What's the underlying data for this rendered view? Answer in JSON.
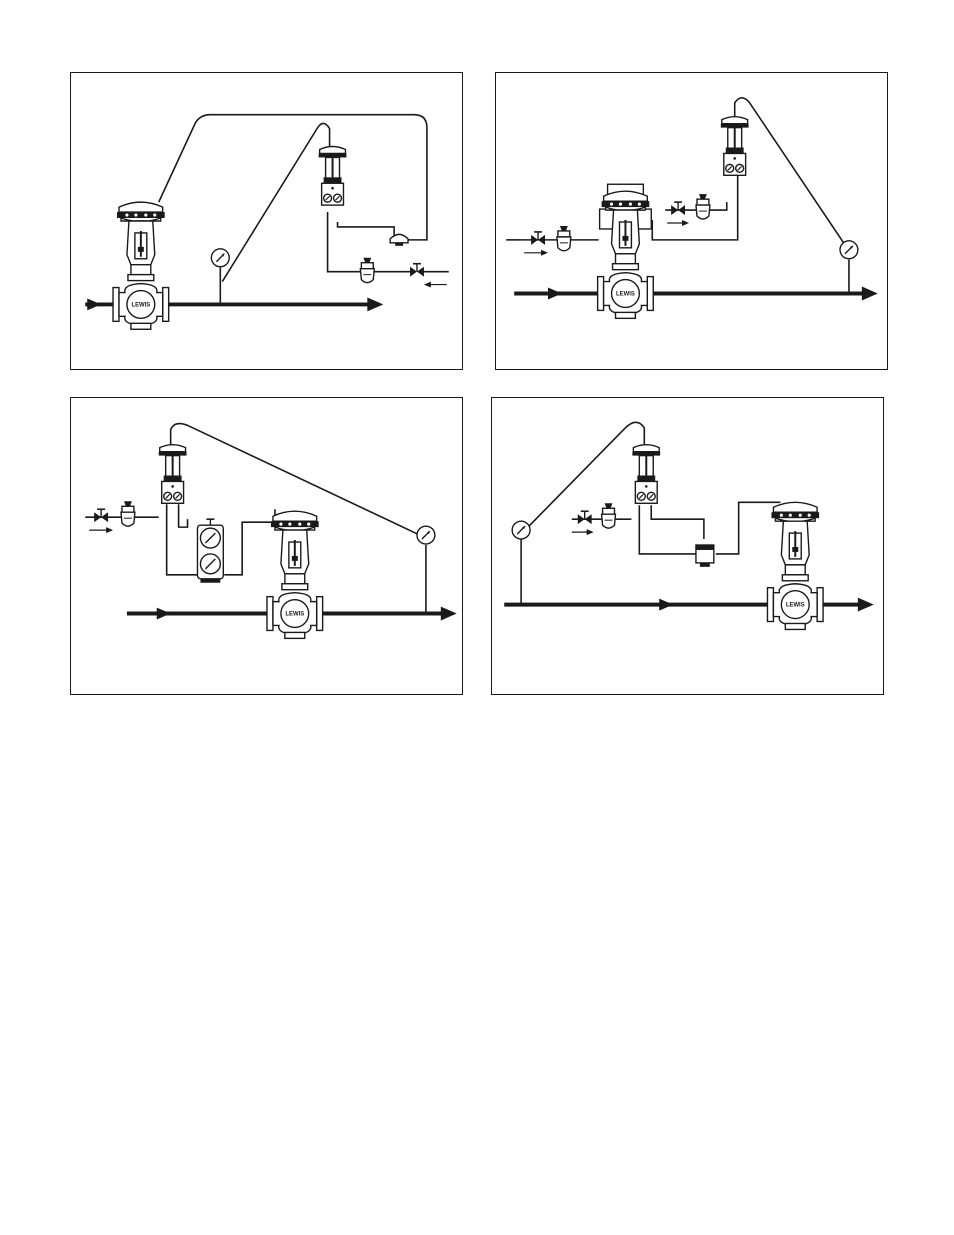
{
  "figure": {
    "panels": [
      {
        "id": "a",
        "valve_label": "LEWIS"
      },
      {
        "id": "b",
        "valve_label": "LEWIS"
      },
      {
        "id": "c",
        "valve_label": "LEWIS"
      },
      {
        "id": "d",
        "valve_label": "LEWIS"
      }
    ]
  }
}
